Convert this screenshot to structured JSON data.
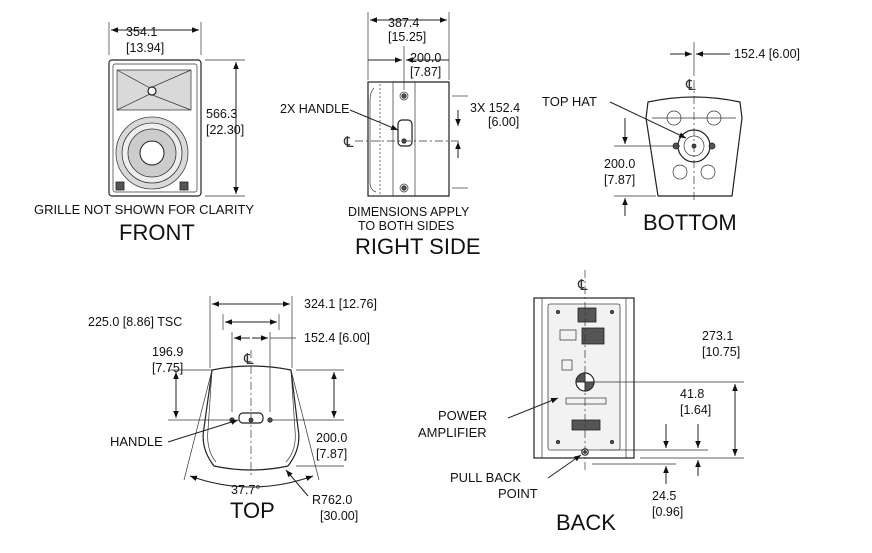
{
  "views": {
    "front": "FRONT",
    "right_side": "RIGHT SIDE",
    "bottom": "BOTTOM",
    "top": "TOP",
    "back": "BACK"
  },
  "front": {
    "width_mm": "354.1",
    "width_in": "[13.94]",
    "height_mm": "566.3",
    "height_in": "[22.30]",
    "note": "GRILLE NOT SHOWN FOR CLARITY"
  },
  "right_side": {
    "depth_mm": "387.4",
    "depth_in": "[15.25]",
    "offset_mm": "200.0",
    "offset_in": "[7.87]",
    "handle_label": "2X HANDLE",
    "points_label": "3X 152.4",
    "points_in": "[6.00]",
    "note_line1": "DIMENSIONS APPLY",
    "note_line2": "TO BOTH SIDES"
  },
  "bottom": {
    "offset": "152.4  [6.00]",
    "top_hat": "TOP HAT",
    "depth_mm": "200.0",
    "depth_in": "[7.87]"
  },
  "top": {
    "width": "324.1  [12.76]",
    "tsc": "225.0  [8.86] TSC",
    "spacing": "152.4  [6.00]",
    "front_mm": "196.9",
    "front_in": "[7.75]",
    "handle": "HANDLE",
    "depth_mm": "200.0",
    "depth_in": "[7.87]",
    "angle": "37.7°",
    "radius_mm": "R762.0",
    "radius_in": "[30.00]"
  },
  "back": {
    "height_mm": "273.1",
    "height_in": "[10.75]",
    "amp_mm": "41.8",
    "amp_in": "[1.64]",
    "pull_mm": "24.5",
    "pull_in": "[0.96]",
    "power_line1": "POWER",
    "power_line2": "AMPLIFIER",
    "pull_line1": "PULL BACK",
    "pull_line2": "POINT"
  },
  "centerline_symbol": "℄"
}
